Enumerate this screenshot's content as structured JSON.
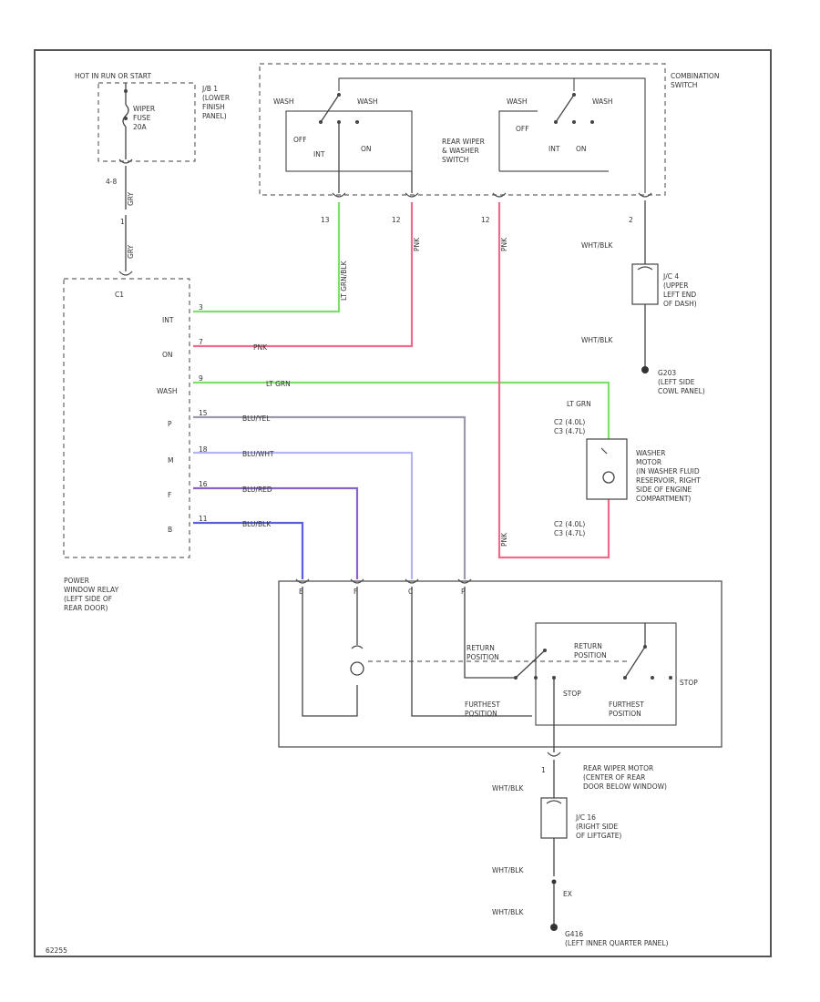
{
  "colors": {
    "frame": "#555555",
    "ground_wire": "#666666",
    "lt_grn": "#7ee06a",
    "pnk": "#f06a8c",
    "blu_red": "#8a63c9",
    "blu_blk": "#5a5fe0",
    "blu_wht": "#b4b4f0",
    "blu_yel": "#9a9aa8"
  },
  "labels": {
    "hot_in": "HOT IN RUN OR START",
    "jb1": "J/B 1\n(LOWER\nFINISH\nPANEL)",
    "wiper_fuse": "WIPER\nFUSE\n20A",
    "f12": "4-8",
    "wire_top": "GRY",
    "pin_c1": "1",
    "jb_conn": "C1",
    "combination_switch": "COMBINATION\nSWITCH",
    "rear_wiper_switch": "REAR WIPER\n& WASHER\nSWITCH",
    "sw_left_wash1": "WASH",
    "sw_left_wash2": "WASH",
    "sw_left_off": "OFF",
    "sw_left_int": "INT",
    "sw_left_on": "ON",
    "sw_right_wash1": "WASH",
    "sw_right_wash2": "WASH",
    "sw_right_off": "OFF",
    "sw_right_int": "INT",
    "sw_right_on": "ON",
    "pin_13": "13",
    "pin_12a": "12",
    "pin_12b": "12",
    "pin_2": "2",
    "wht_blk_1": "WHT/BLK",
    "jc4": "J/C 4\n(UPPER\nLEFT END\nOF DASH)",
    "wht_blk_2": "WHT/BLK",
    "g203": "G203\n(LEFT SIDE\nCOWL PANEL)",
    "relay_int": "INT",
    "relay_on": "ON",
    "relay_wsh": "WASH",
    "relay_p": "P",
    "relay_m": "M",
    "relay_f": "F",
    "relay_b": "B",
    "relay_name": "POWER\nWINDOW RELAY\n(LEFT SIDE OF\nREAR DOOR)",
    "w_int": "LT GRN/BLK",
    "w_on": "PNK",
    "w_wsh": "LT GRN",
    "w_p": "BLU/YEL",
    "w_m": "BLU/WHT",
    "w_f": "BLU/RED",
    "w_b": "BLU/BLK",
    "pin_int": "3",
    "pin_on": "7",
    "pin_wsh": "9",
    "pin_p": "15",
    "pin_m": "18",
    "pin_f": "16",
    "pin_b": "11",
    "lt_grn_label": "LT GRN",
    "c2_label": "C2 (4.0L)\nC3 (4.7L)",
    "washer_motor": "WASHER\nMOTOR\n(IN WASHER FLUID\nRESERVOIR, RIGHT\nSIDE OF ENGINE\nCOMPARTMENT)",
    "c3_label": "C2 (4.0L)\nC3 (4.7L)",
    "rear_motor": "REAR WIPER MOTOR\n(CENTER OF REAR\nDOOR BELOW WINDOW)",
    "return_pos_1": "RETURN\nPOSITION",
    "return_pos_2": "RETURN\nPOSITION",
    "furthest_1": "FURTHEST\nPOSITION",
    "furthest_2": "FURTHEST\nPOSITION",
    "stop_1": "STOP",
    "stop_2": "STOP",
    "pin_mb": "B",
    "pin_mf": "F",
    "pin_mc": "C",
    "pin_mp": "P",
    "pin_m_gnd": "1",
    "wht_blk_3": "WHT/BLK",
    "jc16": "J/C 16\n(RIGHT SIDE\nOF LIFTGATE)",
    "wht_blk_4": "WHT/BLK",
    "ex": "EX",
    "wht_blk_5": "WHT/BLK",
    "g416": "G416\n(LEFT INNER QUARTER PANEL)",
    "fig_id": "62255"
  }
}
